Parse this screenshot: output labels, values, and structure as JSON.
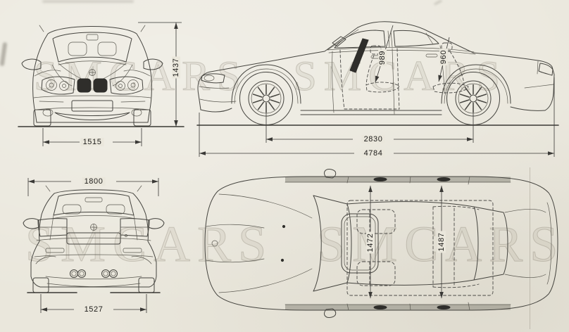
{
  "paper": {
    "background": "#eae7dc",
    "line_color": "#45443f",
    "fill_dark": "#2f2e2b"
  },
  "watermark": {
    "top": "SMCARS SMCARS",
    "bottom": "SMCARS SMCARS"
  },
  "views": {
    "front": {
      "dims": {
        "track_front": "1515",
        "overall_height": "1437"
      }
    },
    "side": {
      "dims": {
        "headroom_front": "989",
        "headroom_rear": "960",
        "wheelbase": "2830",
        "overall_length": "4784"
      }
    },
    "rear": {
      "dims": {
        "overall_width": "1800",
        "track_rear": "1527"
      }
    },
    "top": {
      "dims": {
        "cabin_width_front": "1472",
        "cabin_width_rear": "1487"
      }
    }
  }
}
